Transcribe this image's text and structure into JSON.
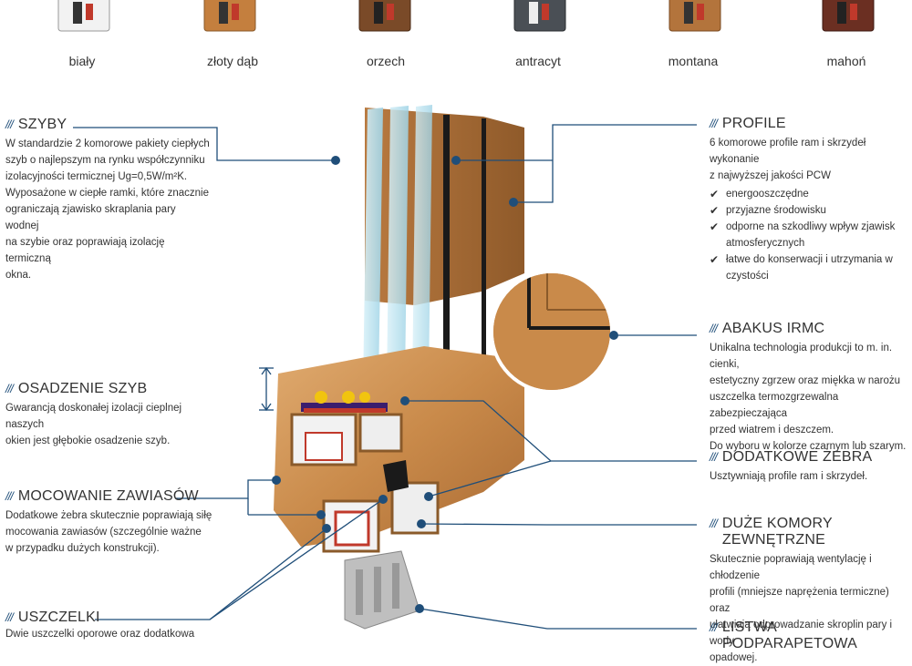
{
  "colors": {
    "accent": "#1f4e79",
    "wood_light": "#d49a5e",
    "wood_dark": "#a96a33",
    "glass": "#bfe6f2"
  },
  "swatches": [
    {
      "label": "biały",
      "color": "#f2f2f2"
    },
    {
      "label": "złoty dąb",
      "color": "#c47f3e"
    },
    {
      "label": "orzech",
      "color": "#7a4a28"
    },
    {
      "label": "antracyt",
      "color": "#4a4f55"
    },
    {
      "label": "montana",
      "color": "#b3743c"
    },
    {
      "label": "mahoń",
      "color": "#6b2f22"
    }
  ],
  "sections": {
    "szyby": {
      "title": "SZYBY",
      "body": [
        "W standardzie 2 komorowe pakiety ciepłych",
        "szyb o najlepszym na rynku współczynniku",
        "izolacyjności termicznej Ug=0,5W/m²K.",
        "Wyposażone w ciepłe ramki, które znacznie",
        "ograniczają zjawisko skraplania pary wodnej",
        "na szybie oraz poprawiają izolację termiczną",
        "okna."
      ]
    },
    "osadzenie": {
      "title": "OSADZENIE SZYB",
      "body": [
        "Gwarancją doskonałej izolacji cieplnej naszych",
        "okien jest głębokie osadzenie szyb."
      ]
    },
    "mocowanie": {
      "title": "MOCOWANIE ZAWIASÓW",
      "body": [
        "Dodatkowe żebra skutecznie poprawiają siłę",
        "mocowania zawiasów (szczególnie ważne",
        "w przypadku dużych konstrukcji)."
      ]
    },
    "uszczelki": {
      "title": "USZCZELKI",
      "body": [
        "Dwie uszczelki oporowe oraz dodatkowa"
      ]
    },
    "profile": {
      "title": "PROFILE",
      "body": [
        "6 komorowe profile ram i skrzydeł wykonanie",
        "z najwyższej jakości PCW"
      ],
      "checks": [
        [
          "energooszczędne"
        ],
        [
          "przyjazne środowisku"
        ],
        [
          "odporne na szkodliwy wpływ zjawisk",
          "atmosferycznych"
        ],
        [
          "łatwe do konserwacji i utrzymania w",
          "czystości"
        ]
      ]
    },
    "abakus": {
      "title": "ABAKUS IRMC",
      "body": [
        "Unikalna technologia produkcji to m. in. cienki,",
        "estetyczny zgrzew oraz miękka w narożu",
        "uszczelka termozgrzewalna zabezpieczająca",
        "przed wiatrem i deszczem.",
        "Do wyboru w kolorze czarnym lub szarym."
      ]
    },
    "zebra": {
      "title": "DODATKOWE ŻEBRA",
      "body": [
        "Usztywniają profile ram i skrzydeł."
      ]
    },
    "komory": {
      "title": "DUŻE KOMORY ZEWNĘTRZNE",
      "body": [
        "Skutecznie poprawiają wentylację i chłodzenie",
        "profili (mniejsze naprężenia termiczne) oraz",
        "ułatwiają odprowadzanie skroplin pary i wody",
        "opadowej."
      ]
    },
    "listwa": {
      "title": "LISTWA PODPARAPETOWA"
    }
  }
}
